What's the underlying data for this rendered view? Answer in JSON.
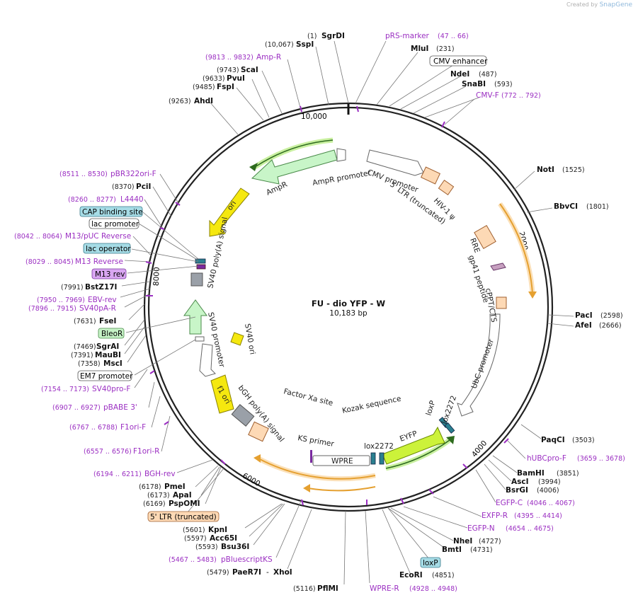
{
  "watermark": {
    "prefix": "Created by",
    "brand": "SnapGene"
  },
  "plasmid": {
    "name": "FU - dio YFP - W",
    "size": "10,183 bp",
    "length": 10183
  },
  "ruler": [
    "10,000",
    "2000",
    "4000",
    "6000",
    "8000"
  ],
  "right_labels": [
    {
      "name": "pRS-marker",
      "pos": "(47 .. 66)",
      "kind": "primer"
    },
    {
      "name": "MluI",
      "pos": "(231)",
      "kind": "enzyme"
    },
    {
      "name": "CMV enhancer",
      "pos": "",
      "kind": "boxed"
    },
    {
      "name": "NdeI",
      "pos": "(487)",
      "kind": "enzyme"
    },
    {
      "name": "SnaBI",
      "pos": "(593)",
      "kind": "enzyme"
    },
    {
      "name": "CMV-F",
      "pos": "(772 .. 792)",
      "kind": "primer"
    },
    {
      "name": "NotI",
      "pos": "(1525)",
      "kind": "enzyme"
    },
    {
      "name": "BbvCI",
      "pos": "(1801)",
      "kind": "enzyme"
    },
    {
      "name": "PacI",
      "pos": "(2598)",
      "kind": "enzyme"
    },
    {
      "name": "AfeI",
      "pos": "(2666)",
      "kind": "enzyme"
    },
    {
      "name": "PaqCI",
      "pos": "(3503)",
      "kind": "enzyme"
    },
    {
      "name": "hUBCpro-F",
      "pos": "(3659 .. 3678)",
      "kind": "primer"
    },
    {
      "name": "BamHI",
      "pos": "(3851)",
      "kind": "enzyme"
    },
    {
      "name": "AscI",
      "pos": "(3994)",
      "kind": "enzyme"
    },
    {
      "name": "BsrGI",
      "pos": "(4006)",
      "kind": "enzyme"
    },
    {
      "name": "EGFP-C",
      "pos": "(4046 .. 4067)",
      "kind": "primer"
    },
    {
      "name": "EXFP-R",
      "pos": "(4395 .. 4414)",
      "kind": "primer"
    },
    {
      "name": "EGFP-N",
      "pos": "(4654 .. 4675)",
      "kind": "primer"
    },
    {
      "name": "NheI",
      "pos": "(4727)",
      "kind": "enzyme"
    },
    {
      "name": "BmtI",
      "pos": "(4731)",
      "kind": "enzyme"
    },
    {
      "name": "loxP",
      "pos": "",
      "kind": "boxed-blue"
    },
    {
      "name": "EcoRI",
      "pos": "(4851)",
      "kind": "enzyme"
    },
    {
      "name": "WPRE-R",
      "pos": "(4928 .. 4948)",
      "kind": "primer"
    }
  ],
  "left_labels": [
    {
      "name": "SgrDI",
      "pos": "(1)",
      "kind": "enzyme"
    },
    {
      "name": "SspI",
      "pos": "(10,067)",
      "kind": "enzyme"
    },
    {
      "name": "Amp-R",
      "pos": "(9813 .. 9832)",
      "kind": "primer"
    },
    {
      "name": "ScaI",
      "pos": "(9743)",
      "kind": "enzyme"
    },
    {
      "name": "PvuI",
      "pos": "(9633)",
      "kind": "enzyme"
    },
    {
      "name": "FspI",
      "pos": "(9485)",
      "kind": "enzyme"
    },
    {
      "name": "AhdI",
      "pos": "(9263)",
      "kind": "enzyme"
    },
    {
      "name": "pBR322ori-F",
      "pos": "(8511 .. 8530)",
      "kind": "primer"
    },
    {
      "name": "PciI",
      "pos": "(8370)",
      "kind": "enzyme"
    },
    {
      "name": "L4440",
      "pos": "(8260 .. 8277)",
      "kind": "primer"
    },
    {
      "name": "CAP binding site",
      "pos": "",
      "kind": "boxed-teal"
    },
    {
      "name": "lac promoter",
      "pos": "",
      "kind": "boxed"
    },
    {
      "name": "M13/pUC Reverse",
      "pos": "(8042 .. 8064)",
      "kind": "primer"
    },
    {
      "name": "lac operator",
      "pos": "",
      "kind": "boxed-teal"
    },
    {
      "name": "M13 Reverse",
      "pos": "(8029 .. 8045)",
      "kind": "primer"
    },
    {
      "name": "M13 rev",
      "pos": "",
      "kind": "boxed-purple"
    },
    {
      "name": "BstZ17I",
      "pos": "(7991)",
      "kind": "enzyme"
    },
    {
      "name": "EBV-rev",
      "pos": "(7950 .. 7969)",
      "kind": "primer"
    },
    {
      "name": "SV40pA-R",
      "pos": "(7896 .. 7915)",
      "kind": "primer"
    },
    {
      "name": "FseI",
      "pos": "(7631)",
      "kind": "enzyme"
    },
    {
      "name": "BleoR",
      "pos": "",
      "kind": "boxed-green"
    },
    {
      "name": "SgrAI",
      "pos": "(7469)",
      "kind": "enzyme"
    },
    {
      "name": "MauBI",
      "pos": "(7391)",
      "kind": "enzyme"
    },
    {
      "name": "MscI",
      "pos": "(7358)",
      "kind": "enzyme"
    },
    {
      "name": "EM7 promoter",
      "pos": "",
      "kind": "boxed"
    },
    {
      "name": "SV40pro-F",
      "pos": "(7154 .. 7173)",
      "kind": "primer"
    },
    {
      "name": "pBABE 3'",
      "pos": "(6907 .. 6927)",
      "kind": "primer"
    },
    {
      "name": "F1ori-F",
      "pos": "(6767 .. 6788)",
      "kind": "primer"
    },
    {
      "name": "F1ori-R",
      "pos": "(6557 .. 6576)",
      "kind": "primer"
    },
    {
      "name": "BGH-rev",
      "pos": "(6194 .. 6211)",
      "kind": "primer"
    },
    {
      "name": "PmeI",
      "pos": "(6178)",
      "kind": "enzyme"
    },
    {
      "name": "ApaI",
      "pos": "(6173)",
      "kind": "enzyme"
    },
    {
      "name": "PspOMI",
      "pos": "(6169)",
      "kind": "enzyme"
    },
    {
      "name": "5' LTR (truncated)",
      "pos": "",
      "kind": "boxed-orange"
    },
    {
      "name": "KpnI",
      "pos": "(5601)",
      "kind": "enzyme"
    },
    {
      "name": "Acc65I",
      "pos": "(5597)",
      "kind": "enzyme"
    },
    {
      "name": "Bsu36I",
      "pos": "(5593)",
      "kind": "enzyme"
    },
    {
      "name": "pBluescriptKS",
      "pos": "(5467 .. 5483)",
      "kind": "primer"
    },
    {
      "name": "PaeR7I",
      "pos": "(5479)",
      "kind": "enzyme"
    },
    {
      "name": "XhoI",
      "pos": "",
      "kind": "enzyme"
    },
    {
      "name": "PflMI",
      "pos": "(5116)",
      "kind": "enzyme"
    }
  ],
  "features": {
    "cmv_promoter": "CMV promoter",
    "ltr5": "5' LTR (truncated)",
    "hiv": "HIV-1 ψ",
    "rre": "RRE",
    "gp41": "gp41 peptide",
    "cppt": "cPPT/CTS",
    "ubc": "UbC promoter",
    "loxp": "loxP",
    "lox2272_r": "lox2272",
    "eyfp": "EYFP",
    "lox2272_b": "lox2272",
    "kozak": "Kozak sequence",
    "wpre": "WPRE",
    "factorxa": "Factor Xa site",
    "ks": "KS primer",
    "bgh": "bGH poly(A) signal",
    "f1": "f1 ori",
    "sv40promoter": "SV40 promoter",
    "sv40ori": "SV40 ori",
    "sv40pa": "SV40 poly(A) signal",
    "ori": "ori",
    "ampr": "AmpR",
    "ampr_promoter": "AmpR promoter"
  },
  "colors": {
    "backbone": "#222222",
    "enzyme": "#111111",
    "primer": "#9b2fc2",
    "promoter_fill": "#ffffff",
    "orange_feature": "#fdd9b5",
    "eyfp": "#ccf23a",
    "ori": "#f5e80f",
    "ampr": "#c8f5c8",
    "lox": "#2a7f8f",
    "poly_a": "#9aa0a8",
    "orf_arrow": "#e5a030",
    "box_teal": "#a6dce6",
    "box_purple": "#d9a6f2",
    "box_green": "#c6f2c6",
    "box_orange": "#fdd9b5"
  }
}
